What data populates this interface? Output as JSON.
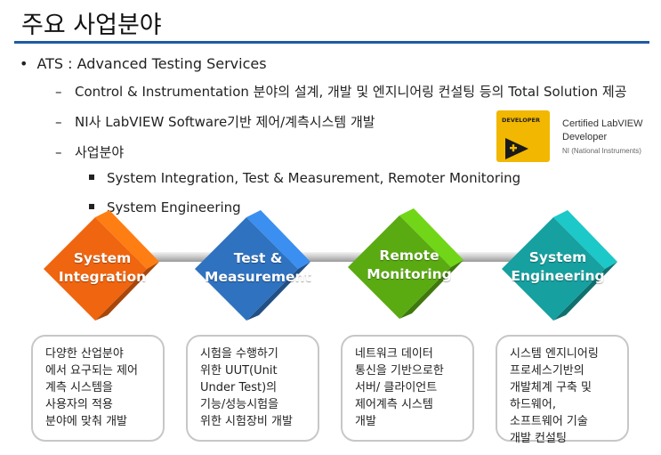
{
  "title": "주요 사업분야",
  "outline": {
    "main_bullet": "•",
    "main": "ATS : Advanced Testing Services",
    "dash": "–",
    "sub1": "Control & Instrumentation 분야의 설계, 개발 및 엔지니어링 컨설팅 등의 Total Solution 제공",
    "sub2": "NI사 LabVIEW Software기반 제어/계측시스템 개발",
    "sub3": "사업분야",
    "item1": "System Integration, Test & Measurement, Remoter Monitoring",
    "item2": "System Engineering"
  },
  "badge": {
    "top_text": "DEVELOPER",
    "title_line1": "Certified LabVIEW",
    "title_line2": "Developer",
    "subtitle": "NI (National Instruments)",
    "color": "#f2b700"
  },
  "boxes": [
    {
      "line1": "System",
      "line2": "Integration",
      "color": "#f0650f"
    },
    {
      "line1": "Test &",
      "line2": "Measurement",
      "color": "#2f72c0"
    },
    {
      "line1": "Remote",
      "line2": "Monitoring",
      "color": "#5aab12"
    },
    {
      "line1": "System",
      "line2": "Engineering",
      "color": "#17a0a0"
    }
  ],
  "cards": [
    {
      "lines": [
        "다양한 산업분야",
        "에서 요구되는 제어",
        "계측 시스템을",
        "사용자의 적용",
        "분야에 맞춰 개발"
      ]
    },
    {
      "lines": [
        "시험을 수행하기",
        "위한 UUT(Unit",
        "Under Test)의",
        "기능/성능시험을",
        "위한 시험장비 개발"
      ]
    },
    {
      "lines": [
        "네트워크 데이터",
        "통신을 기반으로한",
        "서버/ 클라이언트",
        "제어계측 시스템",
        "개발"
      ]
    },
    {
      "lines": [
        "시스템 엔지니어링",
        "프로세스기반의",
        "개발체계 구축 및",
        "하드웨어,",
        "소프트웨어 기술",
        "개발 컨설팅"
      ]
    }
  ]
}
